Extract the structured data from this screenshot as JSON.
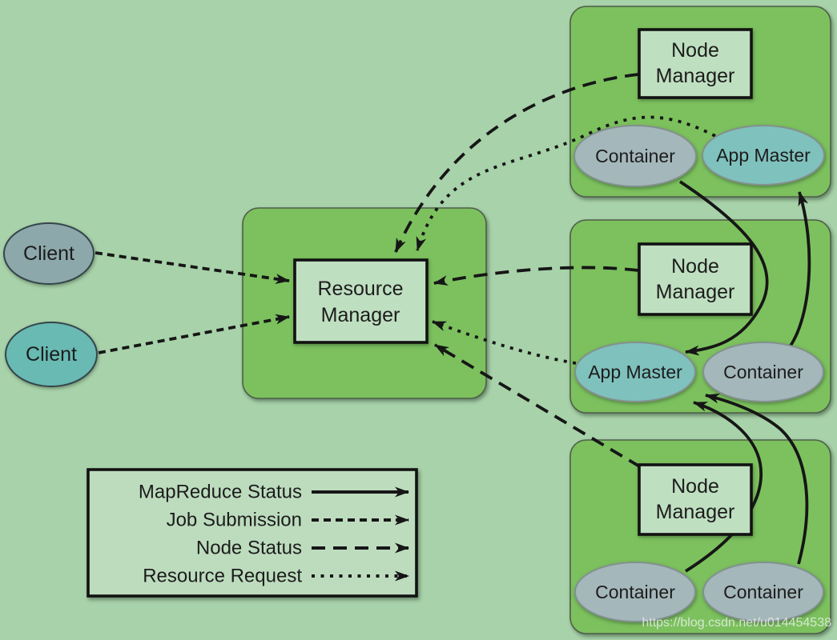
{
  "colors": {
    "background": "#a8d2aa",
    "group_fill": "#7cc15e",
    "box_fill": "#bfdfc1",
    "legend_fill": "#bddcbe",
    "container_fill": "#a4b7ba",
    "app_master_fill": "#7fc1bd",
    "client_top_fill": "#8da8ab",
    "client_bottom_fill": "#68bab2",
    "line_color": "#161616"
  },
  "clients": [
    {
      "label": "Client"
    },
    {
      "label": "Client"
    }
  ],
  "resource_manager": {
    "line1": "Resource",
    "line2": "Manager"
  },
  "node_groups": [
    {
      "manager": {
        "line1": "Node",
        "line2": "Manager"
      },
      "ellipses": [
        {
          "label": "Container",
          "type": "container"
        },
        {
          "label": "App Master",
          "type": "app-master"
        }
      ]
    },
    {
      "manager": {
        "line1": "Node",
        "line2": "Manager"
      },
      "ellipses": [
        {
          "label": "App Master",
          "type": "app-master"
        },
        {
          "label": "Container",
          "type": "container"
        }
      ]
    },
    {
      "manager": {
        "line1": "Node",
        "line2": "Manager"
      },
      "ellipses": [
        {
          "label": "Container",
          "type": "container"
        },
        {
          "label": "Container",
          "type": "container"
        }
      ]
    }
  ],
  "legend": {
    "items": [
      {
        "label": "MapReduce Status",
        "style": "solid"
      },
      {
        "label": "Job Submission",
        "style": "dashed"
      },
      {
        "label": "Node Status",
        "style": "long-dash"
      },
      {
        "label": "Resource Request",
        "style": "dotted"
      }
    ]
  },
  "watermark": {
    "text": "https://blog.csdn.net/u014454538"
  }
}
